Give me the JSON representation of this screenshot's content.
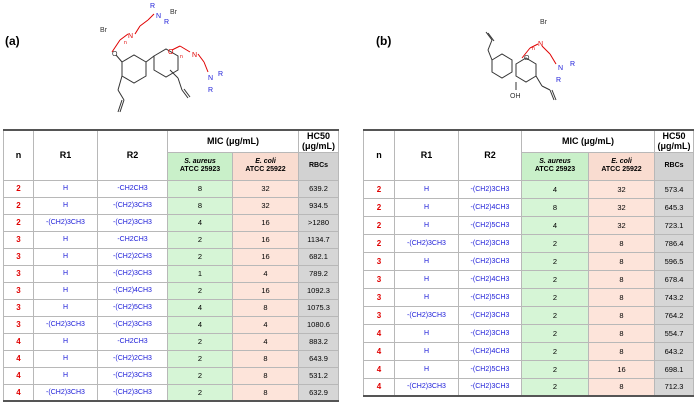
{
  "panel_a": {
    "label": "(a)",
    "molecule": {
      "br_left": "Br",
      "br_right": "Br",
      "r1_top": "R",
      "r2_top": "R",
      "n_left": "n",
      "n_right": "n",
      "r1_right": "R",
      "r2_right": "R",
      "n_center": "N",
      "n_right_atom": "N",
      "o_left": "O",
      "o_right": "O",
      "n_amide_top": "N",
      "n_amide_right": "N"
    },
    "headers": {
      "n": "n",
      "r1": "R1",
      "r2": "R2",
      "mic": "MIC (μg/mL)",
      "hc50": "HC50",
      "hc50_unit": "(μg/mL)",
      "s_aureus": "S. aureus",
      "s_aureus_strain": "ATCC 25923",
      "e_coli": "E. coli",
      "e_coli_strain": "ATCC 25922",
      "rbcs": "RBCs"
    },
    "rows": [
      {
        "n": "2",
        "r1": "H",
        "r2": "-CH2CH3",
        "s": "8",
        "e": "32",
        "h": "639.2"
      },
      {
        "n": "2",
        "r1": "H",
        "r2": "-(CH2)3CH3",
        "s": "8",
        "e": "32",
        "h": "934.5"
      },
      {
        "n": "2",
        "r1": "-(CH2)3CH3",
        "r2": "-(CH2)3CH3",
        "s": "4",
        "e": "16",
        "h": ">1280"
      },
      {
        "n": "3",
        "r1": "H",
        "r2": "-CH2CH3",
        "s": "2",
        "e": "16",
        "h": "1134.7"
      },
      {
        "n": "3",
        "r1": "H",
        "r2": "-(CH2)2CH3",
        "s": "2",
        "e": "16",
        "h": "682.1"
      },
      {
        "n": "3",
        "r1": "H",
        "r2": "-(CH2)3CH3",
        "s": "1",
        "e": "4",
        "h": "789.2"
      },
      {
        "n": "3",
        "r1": "H",
        "r2": "-(CH2)4CH3",
        "s": "2",
        "e": "16",
        "h": "1092.3"
      },
      {
        "n": "3",
        "r1": "H",
        "r2": "-(CH2)5CH3",
        "s": "4",
        "e": "8",
        "h": "1075.3"
      },
      {
        "n": "3",
        "r1": "-(CH2)3CH3",
        "r2": "-(CH2)3CH3",
        "s": "4",
        "e": "4",
        "h": "1080.6"
      },
      {
        "n": "4",
        "r1": "H",
        "r2": "-CH2CH3",
        "s": "2",
        "e": "4",
        "h": "883.2"
      },
      {
        "n": "4",
        "r1": "H",
        "r2": "-(CH2)2CH3",
        "s": "2",
        "e": "8",
        "h": "643.9"
      },
      {
        "n": "4",
        "r1": "H",
        "r2": "-(CH2)3CH3",
        "s": "2",
        "e": "8",
        "h": "531.2"
      },
      {
        "n": "4",
        "r1": "-(CH2)3CH3",
        "r2": "-(CH2)3CH3",
        "s": "2",
        "e": "8",
        "h": "632.9"
      }
    ]
  },
  "panel_b": {
    "label": "(b)",
    "molecule": {
      "br": "Br",
      "n_label": "n",
      "n_atom": "N",
      "o_atom": "O",
      "oh": "OH",
      "n_amide": "N",
      "r1": "R",
      "r2": "R"
    },
    "headers": {
      "n": "n",
      "r1": "R1",
      "r2": "R2",
      "mic": "MIC (μg/mL)",
      "hc50": "HC50",
      "hc50_unit": "(μg/mL)",
      "s_aureus": "S. aureus",
      "s_aureus_strain": "ATCC 25923",
      "e_coli": "E. coli",
      "e_coli_strain": "ATCC 25922",
      "rbcs": "RBCs"
    },
    "rows": [
      {
        "n": "2",
        "r1": "H",
        "r2": "-(CH2)3CH3",
        "s": "4",
        "e": "32",
        "h": "573.4"
      },
      {
        "n": "2",
        "r1": "H",
        "r2": "-(CH2)4CH3",
        "s": "8",
        "e": "32",
        "h": "645.3"
      },
      {
        "n": "2",
        "r1": "H",
        "r2": "-(CH2)5CH3",
        "s": "4",
        "e": "32",
        "h": "723.1"
      },
      {
        "n": "2",
        "r1": "-(CH2)3CH3",
        "r2": "-(CH2)3CH3",
        "s": "2",
        "e": "8",
        "h": "786.4"
      },
      {
        "n": "3",
        "r1": "H",
        "r2": "-(CH2)3CH3",
        "s": "2",
        "e": "8",
        "h": "596.5"
      },
      {
        "n": "3",
        "r1": "H",
        "r2": "-(CH2)4CH3",
        "s": "2",
        "e": "8",
        "h": "678.4"
      },
      {
        "n": "3",
        "r1": "H",
        "r2": "-(CH2)5CH3",
        "s": "2",
        "e": "8",
        "h": "743.2"
      },
      {
        "n": "3",
        "r1": "-(CH2)3CH3",
        "r2": "-(CH2)3CH3",
        "s": "2",
        "e": "8",
        "h": "764.2"
      },
      {
        "n": "4",
        "r1": "H",
        "r2": "-(CH2)3CH3",
        "s": "2",
        "e": "8",
        "h": "554.7"
      },
      {
        "n": "4",
        "r1": "H",
        "r2": "-(CH2)4CH3",
        "s": "2",
        "e": "8",
        "h": "643.2"
      },
      {
        "n": "4",
        "r1": "H",
        "r2": "-(CH2)5CH3",
        "s": "2",
        "e": "16",
        "h": "698.1"
      },
      {
        "n": "4",
        "r1": "-(CH2)3CH3",
        "r2": "-(CH2)3CH3",
        "s": "2",
        "e": "8",
        "h": "712.3"
      }
    ]
  },
  "colors": {
    "red": "#e00000",
    "blue": "#1a1ad8",
    "s_aureus_fill": "#d6f5d6",
    "e_coli_fill": "#fde4da",
    "rbc_fill": "#d6d6d6"
  }
}
